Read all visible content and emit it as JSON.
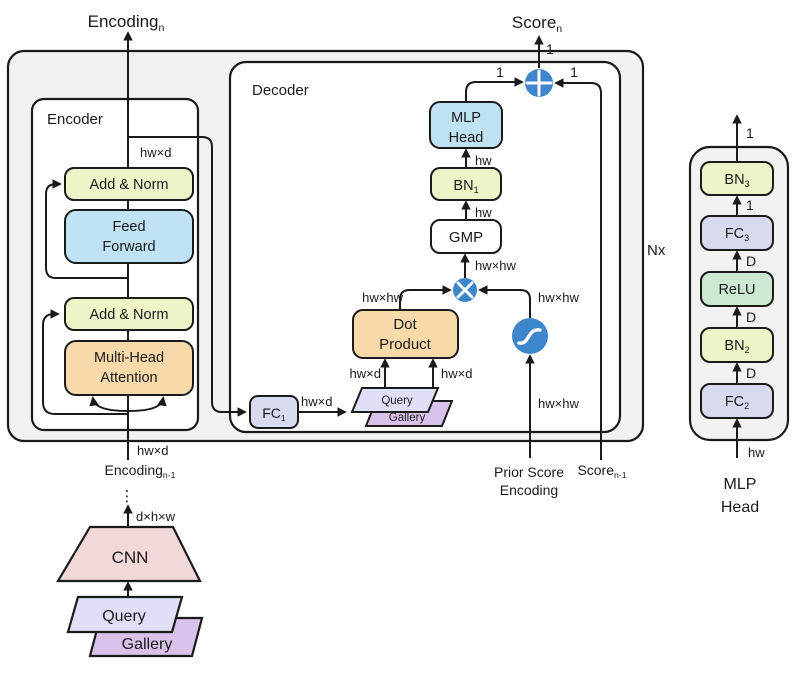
{
  "title": "Transformer re-ranking architecture diagram",
  "colors": {
    "container_fill": "#f2f2f2",
    "white": "#ffffff",
    "yellow": "#eff3c8",
    "blue": "#bfe3f4",
    "orange": "#f8d9a9",
    "green": "#cde9d2",
    "lavender": "#d8dbee",
    "query_fill": "#dfe0f7",
    "gallery_fill": "#d9c2e9",
    "pink": "#f2d8d8",
    "circle_blue": "#3e86cb",
    "stroke": "#1a1a1a"
  },
  "labels": {
    "encoding_n": {
      "base": "Encoding",
      "sub": "n"
    },
    "score_n": {
      "base": "Score",
      "sub": "n"
    },
    "encoder_title": "Encoder",
    "decoder_title": "Decoder",
    "add_norm_1": "Add & Norm",
    "feed_forward": {
      "line1": "Feed",
      "line2": "Forward"
    },
    "add_norm_2": "Add & Norm",
    "mha": {
      "line1": "Multi-Head",
      "line2": "Attention"
    },
    "fc1": {
      "base": "FC",
      "sub": "1"
    },
    "query_dec": "Query",
    "gallery_dec": "Gallery",
    "dot_product": {
      "line1": "Dot",
      "line2": "Product"
    },
    "gmp": "GMP",
    "bn1": {
      "base": "BN",
      "sub": "1"
    },
    "mlp_head_box": {
      "line1": "MLP",
      "line2": "Head"
    },
    "nx": "Nx",
    "encoding_n1": {
      "base": "Encoding",
      "sub": "n-1"
    },
    "dots": "⋮",
    "cnn": "CNN",
    "query": "Query",
    "gallery": "Gallery",
    "prior_score": {
      "line1": "Prior Score",
      "line2": "Encoding"
    },
    "score_n1": {
      "base": "Score",
      "sub": "n-1"
    },
    "bn3": {
      "base": "BN",
      "sub": "3"
    },
    "fc3": {
      "base": "FC",
      "sub": "3"
    },
    "relu": "ReLU",
    "bn2": {
      "base": "BN",
      "sub": "2"
    },
    "fc2": {
      "base": "FC",
      "sub": "2"
    },
    "mlp_caption": {
      "line1": "MLP",
      "line2": "Head"
    }
  },
  "dims": {
    "hwxd": "hw×d",
    "hwxhw": "hw×hw",
    "hw": "hw",
    "one": "1",
    "d": "D",
    "dxhxw": "d×h×w"
  }
}
